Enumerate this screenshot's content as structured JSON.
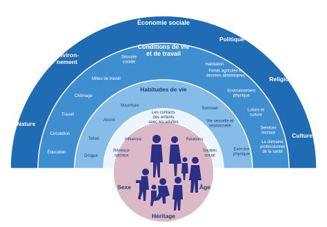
{
  "layers": {
    "outer": {
      "title": "Économie sociale",
      "factors": {
        "nature": "Nature",
        "environnement": "Environ-\nnement",
        "politique": "Politique",
        "religion": "Religion",
        "culture": "Culture"
      }
    },
    "conditions": {
      "title": "Conditions de vie\net de travail",
      "items": {
        "securite_sociale": "Sécurité\nsociale",
        "habitation": "Habitation",
        "milieu_travail": "Milieu de travail",
        "fonds_agricoles": "Fonds agricoles et\ndenrées alimentaires",
        "chomage": "Chômage",
        "environnement_physique": "Environnement\nphysique",
        "travail": "Travail",
        "loisirs": "Loisirs et\nculture",
        "circulation": "Circulation",
        "services_sociaux": "Services\nsociaux",
        "education": "Éducation",
        "domaine_sante": "Le domaine\nprofessionnel\nde la santé"
      }
    },
    "habitudes": {
      "title": "Habitudes de vie",
      "items": {
        "nourriture": "Nourriture",
        "alcool": "Alcool",
        "sommeil": "Sommeil",
        "tabac": "Tabac",
        "vie_sexuelle": "Vie sexuelle et\nrelationnelle",
        "drogue": "Drogue",
        "exercice": "Exercice\nphysique"
      }
    },
    "contacts": {
      "title": "Les contacts\ndes enfants\navec les adultes",
      "items": {
        "influence": "Influence",
        "relations": "Relations",
        "reseaux": "Réseaux\nsociaux",
        "soutien": "Soutien\nsocial"
      }
    },
    "core": {
      "sexe": "Sexe",
      "age": "Âge",
      "heritage": "Héritage"
    }
  },
  "colors": {
    "outer": "#1f6bb4",
    "conditions": "#3f8fd0",
    "habitudes": "#86bde8",
    "contacts": "#eaf5fd",
    "core": "#dbb9c7",
    "figures": "#2b2f86",
    "label_dark": "#1d3f73"
  },
  "icons": {
    "core_figures": "people-silhouettes"
  }
}
